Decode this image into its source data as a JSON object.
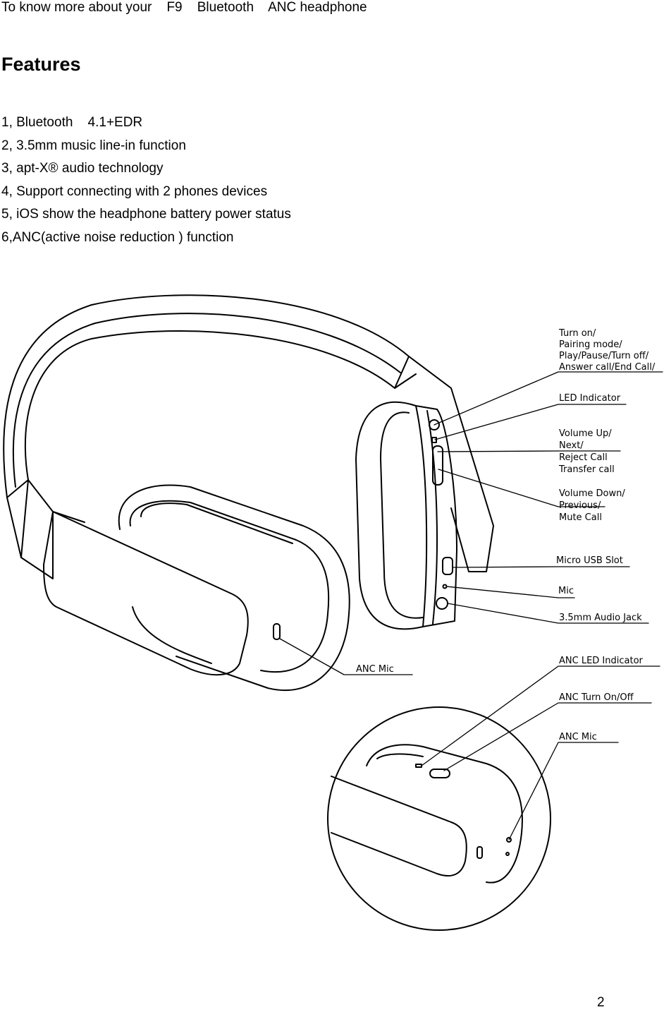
{
  "header": {
    "text": "To know more about your    F9    Bluetooth    ANC headphone"
  },
  "heading": "Features",
  "features": [
    "1, Bluetooth    4.1+EDR",
    "2, 3.5mm music line-in function",
    "3, apt-X® audio technology",
    "4, Support connecting with 2 phones devices",
    "5, iOS show the headphone battery power status",
    "6,ANC(active noise reduction ) function"
  ],
  "callouts": {
    "turn_on_1": "Turn on/",
    "turn_on_2": "Pairing mode/",
    "turn_on_3": "Play/Pause/Turn off/",
    "turn_on_4": "Answer call/End Call/",
    "led": "LED Indicator",
    "vol_up_1": "Volume Up/",
    "vol_up_2": "Next/",
    "vol_up_3": "Reject Call",
    "vol_up_4": "Transfer call",
    "vol_down_1": "Volume Down/",
    "vol_down_2": "Previous/",
    "vol_down_3": "Mute Call",
    "usb": "Micro USB Slot",
    "mic": "Mic",
    "jack": "3.5mm Audio Jack",
    "anc_mic_main": "ANC Mic",
    "anc_led": "ANC LED Indicator",
    "anc_toggle": "ANC Turn On/Off",
    "anc_mic_detail": "ANC Mic"
  },
  "page_number": "2"
}
